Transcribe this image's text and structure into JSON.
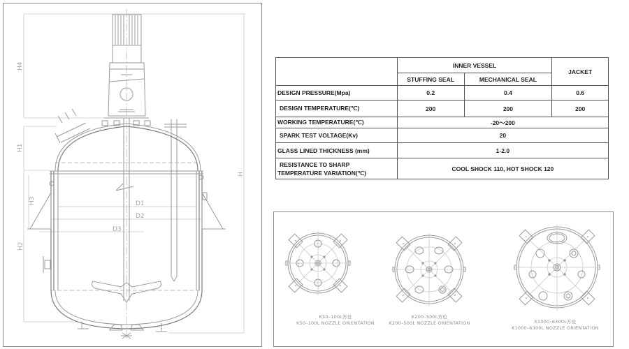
{
  "drawing": {
    "dimension_labels": {
      "h4": "H4",
      "h1": "H1",
      "h3": "H3",
      "h2": "H2",
      "h": "H",
      "d1": "D1",
      "d2": "D2",
      "d3": "D3"
    }
  },
  "spec_table": {
    "header": {
      "inner_vessel": "INNER VESSEL",
      "jacket": "JACKET",
      "stuffing_seal": "STUFFING SEAL",
      "mechanical_seal": "MECHANICAL SEAL"
    },
    "rows": [
      {
        "label": "DESIGN PRESSURE(Mpa)",
        "stuffing_seal": "0.2",
        "mechanical_seal": "0.4",
        "jacket": "0.6"
      },
      {
        "label": "DESIGN TEMPERATURE(℃)",
        "stuffing_seal": "200",
        "mechanical_seal": "200",
        "jacket": "200"
      },
      {
        "label": "WORKING TEMPERATURE(℃)",
        "value": "-20～200"
      },
      {
        "label": "SPARK TEST VOLTAGE(Kv)",
        "value": "20"
      },
      {
        "label": "GLASS LINED THICKNESS (mm)",
        "value": "1-2.0"
      },
      {
        "label_line1": "RESISTANCE TO SHARP",
        "label_line2": "TEMPERATURE VARIATION(℃)",
        "value": "COOL SHOCK 110,  HOT SHOCK 120"
      }
    ]
  },
  "nozzle_orientation": {
    "diagrams": [
      {
        "title_cn": "K50–100L方位",
        "title_en": "K50–100L NOZZLE ORIENTATION"
      },
      {
        "title_cn": "K200–500L方位",
        "title_en": "K200–500L NOZZLE ORIENTATION"
      },
      {
        "title_cn": "K1000–6300L方位",
        "title_en": "K1000–6300L NOZZLE ORIENTATION"
      }
    ]
  },
  "colors": {
    "line": "#9a9a9a",
    "table_border": "#555555",
    "text": "#1e1e1e",
    "caption": "#8c8c8c"
  }
}
